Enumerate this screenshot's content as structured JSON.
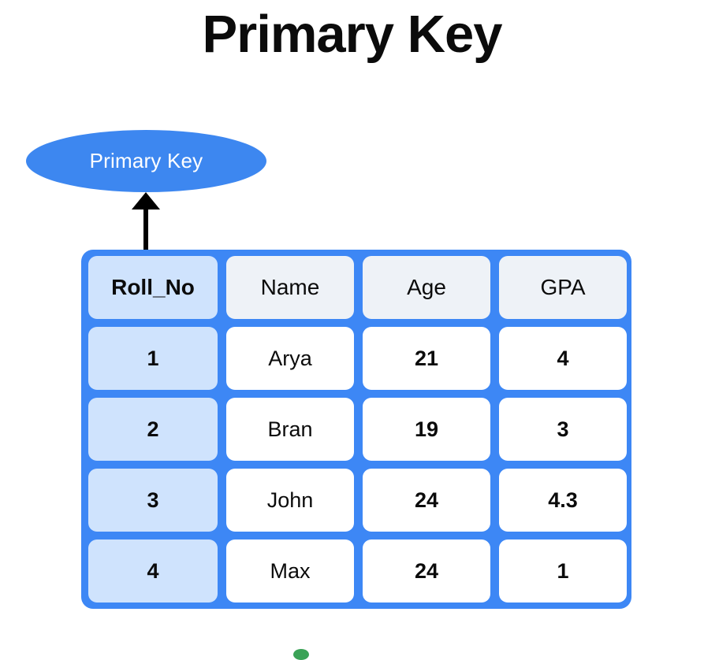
{
  "page": {
    "title": "Primary Key",
    "background_color": "#ffffff"
  },
  "callout": {
    "label": "Primary Key",
    "shape": "ellipse",
    "fill_color": "#3d87f0",
    "text_color": "#ffffff",
    "points_to": "Roll_No"
  },
  "arrow": {
    "name": "up-arrow",
    "color": "#000000",
    "direction": "up"
  },
  "table": {
    "frame_color": "#3d87f5",
    "key_cell_color": "#cfe3fd",
    "header_cell_color": "#eef2f7",
    "data_cell_color": "#ffffff",
    "key_column": "Roll_No",
    "columns": [
      "Roll_No",
      "Name",
      "Age",
      "GPA"
    ],
    "rows": [
      {
        "roll_no": "1",
        "name": "Arya",
        "age": "21",
        "gpa": "4"
      },
      {
        "roll_no": "2",
        "name": "Bran",
        "age": "19",
        "gpa": "3"
      },
      {
        "roll_no": "3",
        "name": "John",
        "age": "24",
        "gpa": "4.3"
      },
      {
        "roll_no": "4",
        "name": "Max",
        "age": "24",
        "gpa": "1"
      }
    ]
  },
  "bottom_mark": {
    "name": "clipped-green-shape",
    "color": "#3aa256"
  }
}
